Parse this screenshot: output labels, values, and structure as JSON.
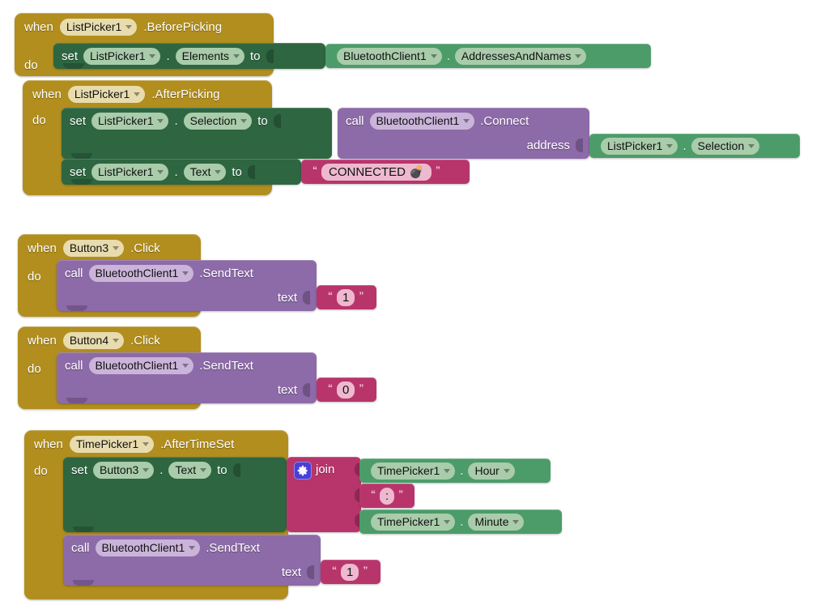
{
  "app": {
    "name": "MIT App Inventor Blocks Editor",
    "canvas_background": "#ffffff"
  },
  "palette": {
    "event_block": "#b18e1e",
    "setter_block": "#2e6641",
    "getter_block": "#4c9c6a",
    "call_block": "#8d6aa8",
    "text_block": "#b8356b",
    "mutator_gear": "#4a3fd4",
    "field_cream": "#e8dcae",
    "field_green": "#a9ccab",
    "field_lilac": "#cbb4da",
    "field_pink": "#eeb9cf"
  },
  "labels": {
    "when": "when",
    "do": "do",
    "set": "set",
    "call": "call",
    "to": "to",
    "text_arg": "text",
    "address_arg": "address",
    "join": "join",
    "dot": ".",
    "open_quote": "“",
    "close_quote": "”",
    "gear_icon": "gear-icon"
  },
  "blocks": [
    {
      "id": "lp-beforepicking",
      "type": "event",
      "component": "ListPicker1",
      "event": ".BeforePicking",
      "body": [
        {
          "kind": "setter",
          "component": "ListPicker1",
          "property": "Elements",
          "value": {
            "kind": "getter",
            "component": "BluetoothClient1",
            "property": "AddressesAndNames"
          }
        }
      ]
    },
    {
      "id": "lp-afterpicking",
      "type": "event",
      "component": "ListPicker1",
      "event": ".AfterPicking",
      "body": [
        {
          "kind": "setter",
          "component": "ListPicker1",
          "property": "Selection",
          "value": {
            "kind": "call",
            "component": "BluetoothClient1",
            "method": ".Connect",
            "args": [
              {
                "name": "address",
                "value": {
                  "kind": "getter",
                  "component": "ListPicker1",
                  "property": "Selection"
                }
              }
            ]
          }
        },
        {
          "kind": "setter",
          "component": "ListPicker1",
          "property": "Text",
          "value": {
            "kind": "text",
            "string": "CONNECTED 💣"
          }
        }
      ]
    },
    {
      "id": "button3-click",
      "type": "event",
      "component": "Button3",
      "event": ".Click",
      "body": [
        {
          "kind": "call",
          "component": "BluetoothClient1",
          "method": ".SendText",
          "args": [
            {
              "name": "text",
              "value": {
                "kind": "text",
                "string": "1"
              }
            }
          ]
        }
      ]
    },
    {
      "id": "button4-click",
      "type": "event",
      "component": "Button4",
      "event": ".Click",
      "body": [
        {
          "kind": "call",
          "component": "BluetoothClient1",
          "method": ".SendText",
          "args": [
            {
              "name": "text",
              "value": {
                "kind": "text",
                "string": "0"
              }
            }
          ]
        }
      ]
    },
    {
      "id": "timepicker1-aftertimeset",
      "type": "event",
      "component": "TimePicker1",
      "event": ".AfterTimeSet",
      "body": [
        {
          "kind": "setter",
          "component": "Button3",
          "property": "Text",
          "value": {
            "kind": "join",
            "label": "join",
            "items": [
              {
                "kind": "getter",
                "component": "TimePicker1",
                "property": "Hour"
              },
              {
                "kind": "text",
                "string": ":"
              },
              {
                "kind": "getter",
                "component": "TimePicker1",
                "property": "Minute"
              }
            ]
          }
        },
        {
          "kind": "call",
          "component": "BluetoothClient1",
          "method": ".SendText",
          "args": [
            {
              "name": "text",
              "value": {
                "kind": "text",
                "string": "1"
              }
            }
          ]
        }
      ]
    }
  ],
  "b0": {
    "component": "ListPicker1",
    "event": ".BeforePicking",
    "set_component": "ListPicker1",
    "set_property": "Elements",
    "get_component": "BluetoothClient1",
    "get_property": "AddressesAndNames"
  },
  "b1": {
    "component": "ListPicker1",
    "event": ".AfterPicking",
    "set1_component": "ListPicker1",
    "set1_property": "Selection",
    "call_component": "BluetoothClient1",
    "call_method": ".Connect",
    "arg_name": "address",
    "arg_get_component": "ListPicker1",
    "arg_get_property": "Selection",
    "set2_component": "ListPicker1",
    "set2_property": "Text",
    "set2_text": "CONNECTED 💣"
  },
  "b2": {
    "component": "Button3",
    "event": ".Click",
    "call_component": "BluetoothClient1",
    "call_method": ".SendText",
    "arg_name": "text",
    "arg_text": "1"
  },
  "b3": {
    "component": "Button4",
    "event": ".Click",
    "call_component": "BluetoothClient1",
    "call_method": ".SendText",
    "arg_name": "text",
    "arg_text": "0"
  },
  "b4": {
    "component": "TimePicker1",
    "event": ".AfterTimeSet",
    "set_component": "Button3",
    "set_property": "Text",
    "join_label": "join",
    "join_item1_component": "TimePicker1",
    "join_item1_property": "Hour",
    "join_item2_text": ":",
    "join_item3_component": "TimePicker1",
    "join_item3_property": "Minute",
    "call_component": "BluetoothClient1",
    "call_method": ".SendText",
    "arg_name": "text",
    "arg_text": "1"
  }
}
